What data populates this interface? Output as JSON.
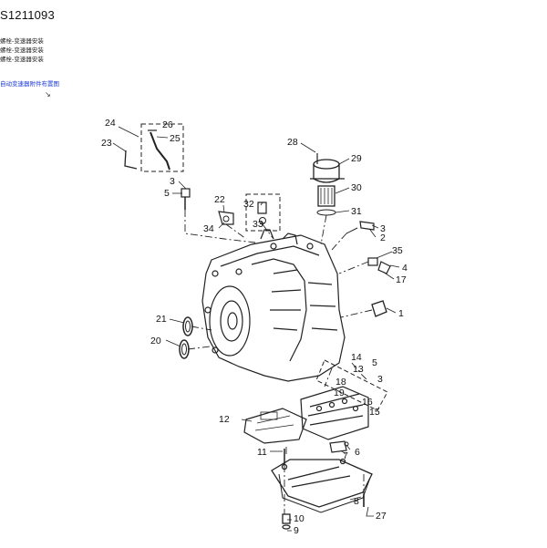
{
  "header": {
    "part_code": "S1211093",
    "sub_lines": [
      "螺栓-变速器安装",
      "螺栓-变速器安装",
      "螺栓-变速器安装"
    ],
    "link_text": "自动变速器附件布置图"
  },
  "callouts": [
    {
      "id": "c1",
      "text": "1"
    },
    {
      "id": "c2",
      "text": "2"
    },
    {
      "id": "c3a",
      "text": "3"
    },
    {
      "id": "c3b",
      "text": "3"
    },
    {
      "id": "c3c",
      "text": "3"
    },
    {
      "id": "c4",
      "text": "4"
    },
    {
      "id": "c5a",
      "text": "5"
    },
    {
      "id": "c5b",
      "text": "5"
    },
    {
      "id": "c6",
      "text": "6"
    },
    {
      "id": "c7",
      "text": "7"
    },
    {
      "id": "c8",
      "text": "8"
    },
    {
      "id": "c9",
      "text": "9"
    },
    {
      "id": "c10",
      "text": "10"
    },
    {
      "id": "c11",
      "text": "11"
    },
    {
      "id": "c12",
      "text": "12"
    },
    {
      "id": "c13",
      "text": "13"
    },
    {
      "id": "c14",
      "text": "14"
    },
    {
      "id": "c15",
      "text": "15"
    },
    {
      "id": "c16",
      "text": "16"
    },
    {
      "id": "c17",
      "text": "17"
    },
    {
      "id": "c18",
      "text": "18"
    },
    {
      "id": "c19",
      "text": "19"
    },
    {
      "id": "c20",
      "text": "20"
    },
    {
      "id": "c21",
      "text": "21"
    },
    {
      "id": "c22",
      "text": "22"
    },
    {
      "id": "c23",
      "text": "23"
    },
    {
      "id": "c24",
      "text": "24"
    },
    {
      "id": "c25",
      "text": "25"
    },
    {
      "id": "c26",
      "text": "26"
    },
    {
      "id": "c27",
      "text": "27"
    },
    {
      "id": "c28",
      "text": "28"
    },
    {
      "id": "c29",
      "text": "29"
    },
    {
      "id": "c30",
      "text": "30"
    },
    {
      "id": "c31",
      "text": "31"
    },
    {
      "id": "c32",
      "text": "32"
    },
    {
      "id": "c33",
      "text": "33"
    },
    {
      "id": "c34",
      "text": "34"
    },
    {
      "id": "c35",
      "text": "35"
    }
  ]
}
